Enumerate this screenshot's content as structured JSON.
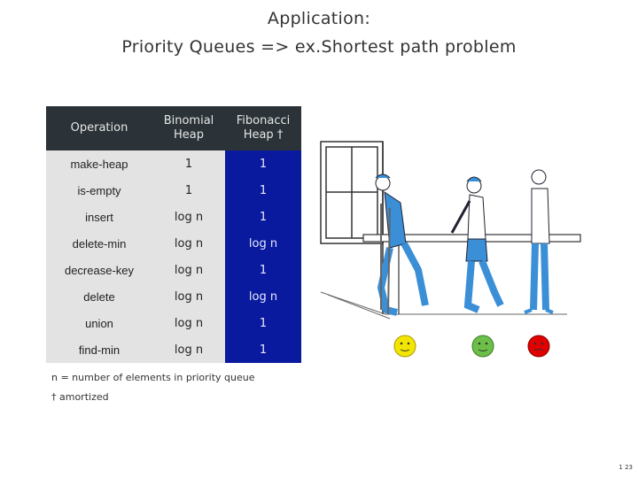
{
  "slide": {
    "title_line1": "Application:",
    "title_line2": "Priority Queues => ex.Shortest path problem"
  },
  "table": {
    "headers": [
      "Operation",
      "Binomial Heap",
      "Fibonacci Heap †"
    ],
    "rows": [
      [
        "make-heap",
        "1",
        "1"
      ],
      [
        "is-empty",
        "1",
        "1"
      ],
      [
        "insert",
        "log n",
        "1"
      ],
      [
        "delete-min",
        "log n",
        "log n"
      ],
      [
        "decrease-key",
        "log n",
        "1"
      ],
      [
        "delete",
        "log n",
        "log n"
      ],
      [
        "union",
        "log n",
        "1"
      ],
      [
        "find-min",
        "log n",
        "1"
      ]
    ]
  },
  "notes": {
    "n_def": "n = number of elements in priority queue",
    "amortized": "† amortized"
  },
  "illustration": {
    "colors": {
      "face_yellow": "#f2e600",
      "face_green": "#6cc04a",
      "face_red": "#e00000",
      "clothing": "#3a8fd6"
    }
  },
  "page_number": "1 23"
}
